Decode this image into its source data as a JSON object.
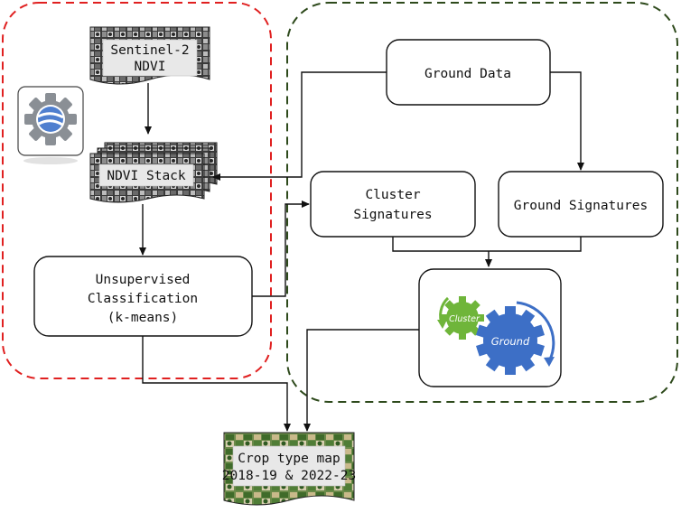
{
  "nodes": {
    "sentinel": {
      "line1": "Sentinel-2",
      "line2": "NDVI"
    },
    "ndvi_stack": {
      "label": "NDVI Stack"
    },
    "unsupervised": {
      "line1": "Unsupervised",
      "line2": "Classification",
      "line3": "(k-means)"
    },
    "ground_data": {
      "label": "Ground Data"
    },
    "cluster_signatures": {
      "line1": "Cluster",
      "line2": "Signatures"
    },
    "ground_signatures": {
      "label": "Ground Signatures"
    },
    "gears": {
      "small_gear": "Cluster",
      "large_gear": "Ground"
    },
    "crop_map": {
      "line1": "Crop type map",
      "line2": "2018-19 & 2022-23"
    }
  },
  "icons": [
    "google-earth-engine-logo-icon",
    "satellite-image-icon",
    "cluster-gear-icon",
    "ground-gear-icon"
  ],
  "colors": {
    "left_group_border": "#e02020",
    "right_group_border": "#2e4a1c",
    "cluster_gear": "#6fb53a",
    "ground_gear": "#3d6fc6",
    "gee_gear": "#8a8f95",
    "gee_globe": "#4f7fcf"
  }
}
